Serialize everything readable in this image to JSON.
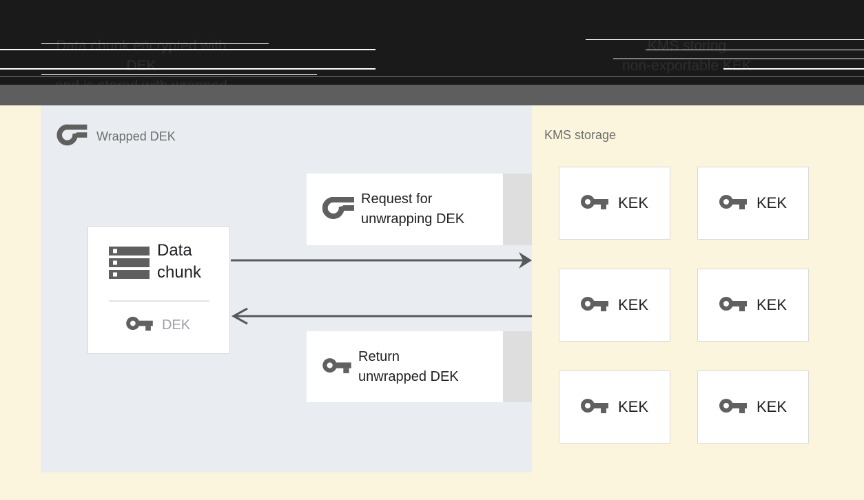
{
  "header": {
    "left_caption": {
      "line1": "Data chunk encrypted with DEK",
      "line2": "and is stored with wrapped DEK"
    },
    "right_caption": {
      "line1": "KMS storing",
      "line2": "non-exportable KEK"
    }
  },
  "dek_region": {
    "title": "Wrapped DEK",
    "data_chunk": {
      "line1": "Data",
      "line2": "chunk",
      "key_label": "DEK"
    },
    "request_box": {
      "line1": "Request for",
      "line2": "unwrapping DEK"
    },
    "return_box": {
      "line1": "Return",
      "line2": "unwrapped DEK"
    }
  },
  "kms_region": {
    "title": "KMS storage",
    "keks": [
      {
        "label": "KEK"
      },
      {
        "label": "KEK"
      },
      {
        "label": "KEK"
      },
      {
        "label": "KEK"
      },
      {
        "label": "KEK"
      },
      {
        "label": "KEK"
      }
    ]
  },
  "icons": {
    "wrapped_key": "wrapped-key-icon",
    "key": "key-icon",
    "data_chunk": "data-chunk-icon"
  },
  "colors": {
    "header_bg": "#1a1a1a",
    "header_text": "#2e2e2e",
    "gray_band": "#5e5e5e",
    "cream_bg": "#fcf5dd",
    "dek_region_bg": "#e9ecf0",
    "box_bg": "#ffffff",
    "box_border": "#d9d9d9",
    "strip_gray": "#dedede",
    "icon_gray": "#606060",
    "text_dark": "#202124",
    "text_muted": "#9aa0a6",
    "label_gray": "#6e6e6e",
    "arrow": "#58595b"
  }
}
